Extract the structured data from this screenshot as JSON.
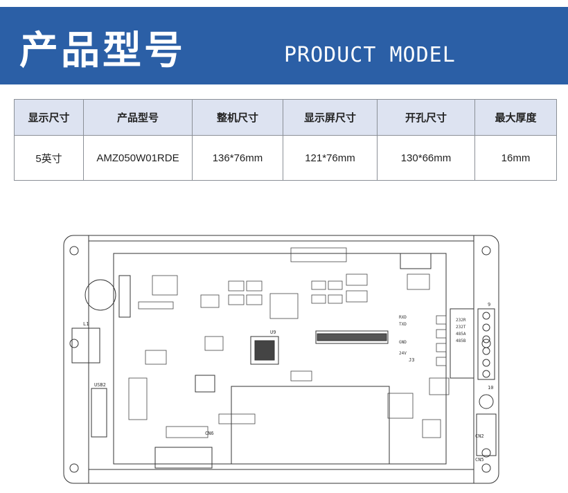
{
  "banner": {
    "title_cn": "产品型号",
    "title_en": "PRODUCT MODEL",
    "color": "#2b5fa6"
  },
  "spec_table": {
    "headers": [
      "显示尺寸",
      "产品型号",
      "整机尺寸",
      "显示屏尺寸",
      "开孔尺寸",
      "最大厚度"
    ],
    "row": [
      "5英寸",
      "AMZ050W01RDE",
      "136*76mm",
      "121*76mm",
      "130*66mm",
      "16mm"
    ]
  },
  "drawing": {
    "labels": {
      "cn2": "CN2",
      "cn5": "CN5",
      "cn6": "CN6",
      "usb": "USB2",
      "l1": "L1",
      "u9": "U9",
      "j3": "J3",
      "rxd": "RXD",
      "txd": "TXD",
      "gnd": "GND",
      "v24": "24V",
      "pin9": "9",
      "pin10": "10",
      "rs485a": "485A",
      "rs485b": "485B",
      "rs232r": "232R",
      "rs232t": "232T"
    }
  }
}
